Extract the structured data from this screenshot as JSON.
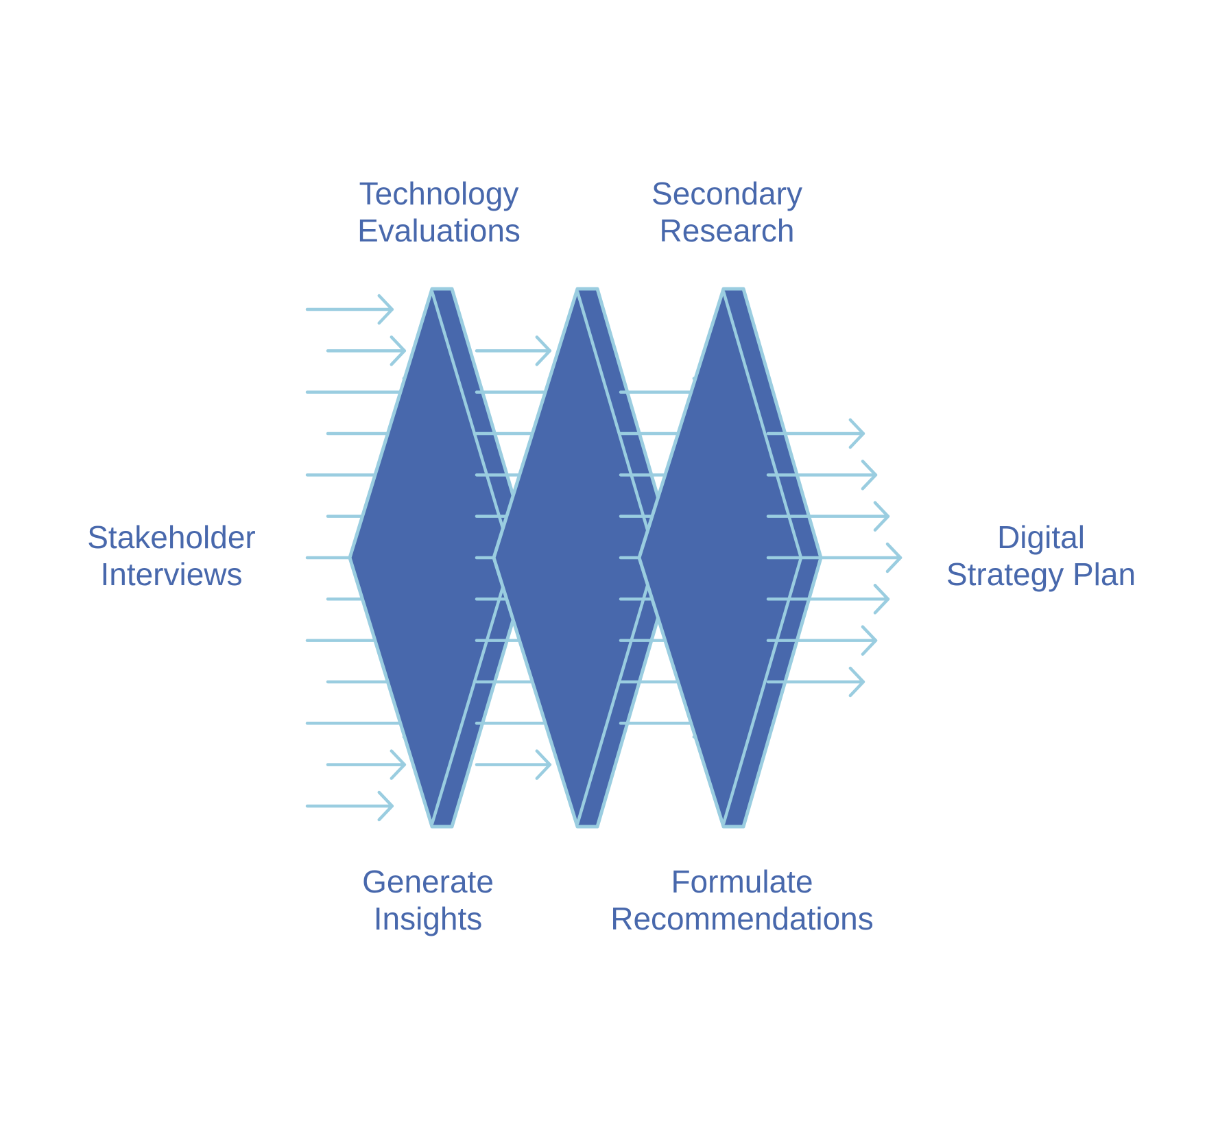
{
  "colors": {
    "background": "#ffffff",
    "text": "#4868AC",
    "chevron_fill": "#4868AC",
    "chevron_outline": "#9ACDE0",
    "arrow": "#9ACDE0"
  },
  "labels": {
    "input": {
      "line1": "Stakeholder",
      "line2": "Interviews"
    },
    "top_1": {
      "line1": "Technology",
      "line2": "Evaluations"
    },
    "top_2": {
      "line1": "Secondary",
      "line2": "Research"
    },
    "bottom_1": {
      "line1": "Generate",
      "line2": "Insights"
    },
    "bottom_2": {
      "line1": "Formulate",
      "line2": "Recommendations"
    },
    "output": {
      "line1": "Digital",
      "line2": "Strategy Plan"
    }
  },
  "stages": [
    {
      "name": "stage-1",
      "incoming_arrows": 13
    },
    {
      "name": "stage-2",
      "incoming_arrows": 11
    },
    {
      "name": "stage-3",
      "incoming_arrows": 9
    }
  ],
  "outgoing_arrows": 7
}
